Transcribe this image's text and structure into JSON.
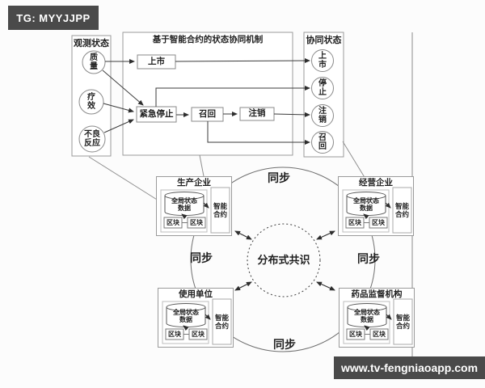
{
  "header": {
    "tag": "TG: MYYJJPP"
  },
  "footer": {
    "url": "www.tv-fengniaoapp.com"
  },
  "observed": {
    "title": "观测状态",
    "states": [
      {
        "l1": "质",
        "l2": "量"
      },
      {
        "l1": "疗",
        "l2": "效"
      },
      {
        "l1": "不良",
        "l2": "反应"
      }
    ]
  },
  "mechanism": {
    "title": "基于智能合约的状态协同机制",
    "listing": "上市",
    "emergency_stop": "紧急停止",
    "recall": "召回",
    "deregister": "注销"
  },
  "coordinated": {
    "title": "协同状态",
    "states": [
      {
        "l1": "上",
        "l2": "市"
      },
      {
        "l1": "停",
        "l2": "止"
      },
      {
        "l1": "注",
        "l2": "销"
      },
      {
        "l1": "召",
        "l2": "回"
      }
    ]
  },
  "consensus": {
    "label": "分布式共识"
  },
  "sync": [
    "同步",
    "同步",
    "同步",
    "同步"
  ],
  "entities": [
    {
      "title": "生产企业",
      "ds_l1": "全局状态",
      "ds_l2": "数据",
      "block1": "区块",
      "block2": "区块",
      "sc_l1": "智能",
      "sc_l2": "合约"
    },
    {
      "title": "经营企业",
      "ds_l1": "全局状态",
      "ds_l2": "数据",
      "block1": "区块",
      "block2": "区块",
      "sc_l1": "智能",
      "sc_l2": "合约"
    },
    {
      "title": "使用单位",
      "ds_l1": "全局状态",
      "ds_l2": "数据",
      "block1": "区块",
      "block2": "区块",
      "sc_l1": "智能",
      "sc_l2": "合约"
    },
    {
      "title": "药品监督机构",
      "ds_l1": "全局状态",
      "ds_l2": "数据",
      "block1": "区块",
      "block2": "区块",
      "sc_l1": "智能",
      "sc_l2": "合约"
    }
  ],
  "colors": {
    "bar_bg": "#4a4a4a",
    "bar_text": "#ffffff",
    "line": "#3b3b3b",
    "box_border": "#9a9a9a",
    "bg": "#fcfcfc"
  }
}
